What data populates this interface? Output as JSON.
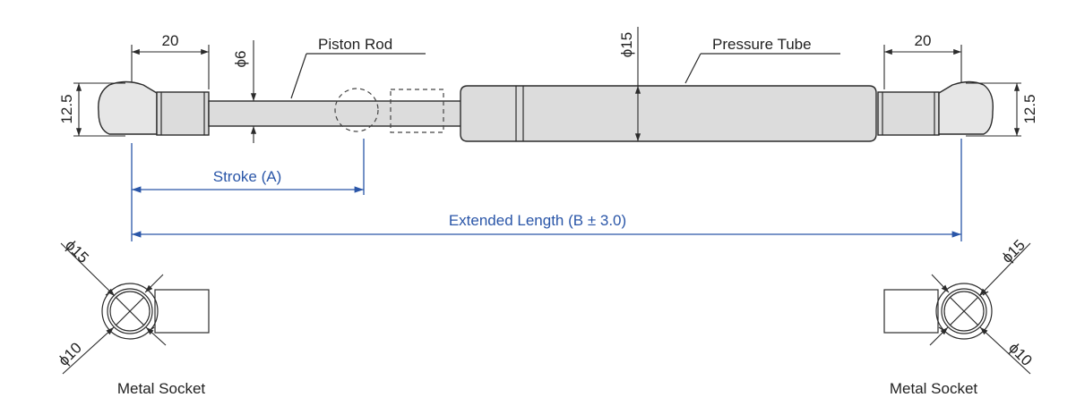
{
  "dimensions": {
    "left_socket_length": "20",
    "right_socket_length": "20",
    "rod_diameter": "ϕ6",
    "tube_diameter": "ϕ15",
    "left_socket_height": "12.5",
    "right_socket_height": "12.5",
    "left_ball_diameter": "ϕ15",
    "left_pin_diameter": "ϕ10",
    "right_ball_diameter": "ϕ15",
    "right_pin_diameter": "ϕ10"
  },
  "labels": {
    "piston_rod": "Piston Rod",
    "pressure_tube": "Pressure Tube",
    "stroke": "Stroke (A)",
    "extended_length": "Extended Length (B ± 3.0)",
    "left_socket": "Metal Socket",
    "right_socket": "Metal Socket"
  },
  "colors": {
    "part_fill": "#dcdcdc",
    "outline": "#2b2b2b",
    "dimension_blue": "#2a56a8"
  }
}
